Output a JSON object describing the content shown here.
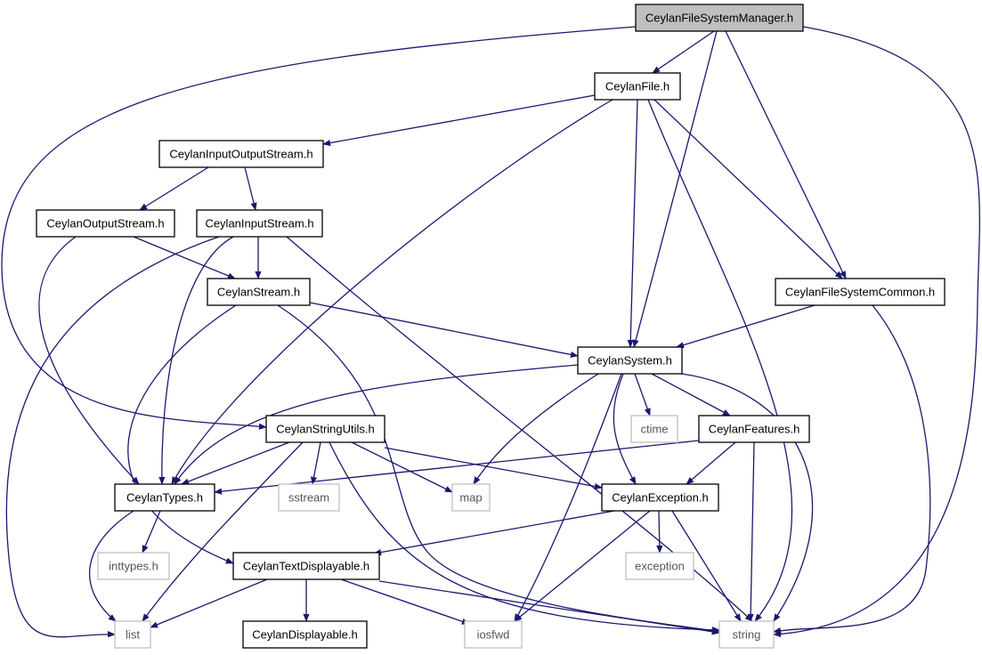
{
  "colors": {
    "edge": "#191970",
    "node_border": "#000000",
    "system_border": "#bfbfbf",
    "root_fill": "#bfbfbf",
    "node_fill": "#ffffff",
    "system_text": "#555555",
    "text": "#000000"
  },
  "nodes": [
    {
      "id": "fsm",
      "label": "CeylanFileSystemManager.h",
      "kind": "root"
    },
    {
      "id": "file",
      "label": "CeylanFile.h",
      "kind": "header"
    },
    {
      "id": "ios",
      "label": "CeylanInputOutputStream.h",
      "kind": "header"
    },
    {
      "id": "os",
      "label": "CeylanOutputStream.h",
      "kind": "header"
    },
    {
      "id": "is",
      "label": "CeylanInputStream.h",
      "kind": "header"
    },
    {
      "id": "stream",
      "label": "CeylanStream.h",
      "kind": "header"
    },
    {
      "id": "fsc",
      "label": "CeylanFileSystemCommon.h",
      "kind": "header"
    },
    {
      "id": "sys",
      "label": "CeylanSystem.h",
      "kind": "header"
    },
    {
      "id": "su",
      "label": "CeylanStringUtils.h",
      "kind": "header"
    },
    {
      "id": "ctime",
      "label": "ctime",
      "kind": "system"
    },
    {
      "id": "feat",
      "label": "CeylanFeatures.h",
      "kind": "header"
    },
    {
      "id": "types",
      "label": "CeylanTypes.h",
      "kind": "header"
    },
    {
      "id": "sstream",
      "label": "sstream",
      "kind": "system"
    },
    {
      "id": "map",
      "label": "map",
      "kind": "system"
    },
    {
      "id": "exc",
      "label": "CeylanException.h",
      "kind": "header"
    },
    {
      "id": "inttypes",
      "label": "inttypes.h",
      "kind": "system"
    },
    {
      "id": "td",
      "label": "CeylanTextDisplayable.h",
      "kind": "header"
    },
    {
      "id": "exception",
      "label": "exception",
      "kind": "system"
    },
    {
      "id": "list",
      "label": "list",
      "kind": "system"
    },
    {
      "id": "disp",
      "label": "CeylanDisplayable.h",
      "kind": "header"
    },
    {
      "id": "iosfwd",
      "label": "iosfwd",
      "kind": "system"
    },
    {
      "id": "string",
      "label": "string",
      "kind": "system"
    }
  ],
  "edges": [
    {
      "from": "fsm",
      "to": "file"
    },
    {
      "from": "fsm",
      "to": "sys"
    },
    {
      "from": "fsm",
      "to": "fsc"
    },
    {
      "from": "fsm",
      "to": "su"
    },
    {
      "from": "fsm",
      "to": "string"
    },
    {
      "from": "file",
      "to": "ios"
    },
    {
      "from": "file",
      "to": "sys"
    },
    {
      "from": "file",
      "to": "fsc"
    },
    {
      "from": "file",
      "to": "types"
    },
    {
      "from": "file",
      "to": "string"
    },
    {
      "from": "ios",
      "to": "os"
    },
    {
      "from": "ios",
      "to": "is"
    },
    {
      "from": "os",
      "to": "stream"
    },
    {
      "from": "os",
      "to": "types"
    },
    {
      "from": "is",
      "to": "stream"
    },
    {
      "from": "is",
      "to": "types"
    },
    {
      "from": "is",
      "to": "list"
    },
    {
      "from": "is",
      "to": "string"
    },
    {
      "from": "stream",
      "to": "sys"
    },
    {
      "from": "stream",
      "to": "td"
    },
    {
      "from": "stream",
      "to": "string"
    },
    {
      "from": "fsc",
      "to": "sys"
    },
    {
      "from": "fsc",
      "to": "string"
    },
    {
      "from": "sys",
      "to": "types"
    },
    {
      "from": "sys",
      "to": "ctime"
    },
    {
      "from": "sys",
      "to": "feat"
    },
    {
      "from": "sys",
      "to": "exc"
    },
    {
      "from": "sys",
      "to": "map"
    },
    {
      "from": "sys",
      "to": "iosfwd"
    },
    {
      "from": "sys",
      "to": "string"
    },
    {
      "from": "su",
      "to": "types"
    },
    {
      "from": "su",
      "to": "sstream"
    },
    {
      "from": "su",
      "to": "map"
    },
    {
      "from": "su",
      "to": "exc"
    },
    {
      "from": "su",
      "to": "list"
    },
    {
      "from": "su",
      "to": "string"
    },
    {
      "from": "feat",
      "to": "types"
    },
    {
      "from": "feat",
      "to": "exc"
    },
    {
      "from": "feat",
      "to": "string"
    },
    {
      "from": "types",
      "to": "inttypes"
    },
    {
      "from": "types",
      "to": "list"
    },
    {
      "from": "exc",
      "to": "td"
    },
    {
      "from": "exc",
      "to": "exception"
    },
    {
      "from": "exc",
      "to": "iosfwd"
    },
    {
      "from": "exc",
      "to": "string"
    },
    {
      "from": "td",
      "to": "disp"
    },
    {
      "from": "td",
      "to": "list"
    },
    {
      "from": "td",
      "to": "iosfwd"
    },
    {
      "from": "td",
      "to": "string"
    }
  ]
}
